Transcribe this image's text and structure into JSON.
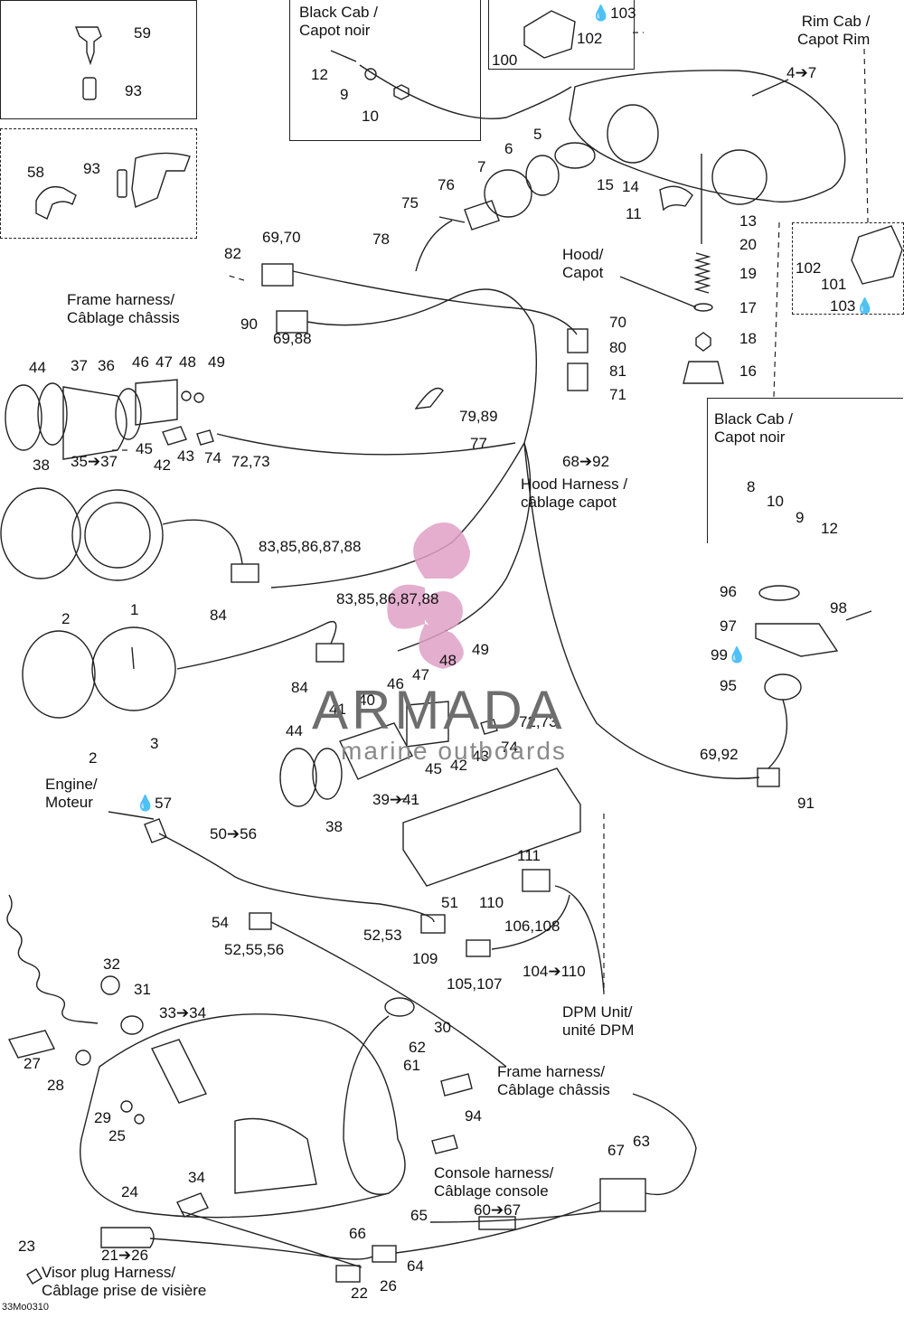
{
  "boxes": {
    "black_cab_top": [
      "Black Cab /",
      "Capot noir"
    ],
    "rim_cab": [
      "Rim Cab /",
      "Capot Rim"
    ],
    "black_cab_right": [
      "Black Cab /",
      "Capot noir"
    ]
  },
  "callouts": {
    "frame_harness_top": [
      "Frame harness/",
      "Câblage châssis"
    ],
    "hood": [
      "Hood/",
      "Capot"
    ],
    "hood_harness": [
      "Hood Harness /",
      "câblage capot"
    ],
    "engine": [
      "Engine/",
      "Moteur"
    ],
    "dpm_unit": [
      "DPM Unit/",
      "unité DPM"
    ],
    "frame_harness_bottom": [
      "Frame harness/",
      "Câblage châssis"
    ],
    "console_harness": [
      "Console harness/",
      "Câblage console"
    ],
    "visor_harness": [
      "Visor plug Harness/",
      "Câblage prise de visière"
    ]
  },
  "part_numbers": {
    "p59": "59",
    "p93a": "93",
    "p58": "58",
    "p93b": "93",
    "p12a": "12",
    "p9a": "9",
    "p10a": "10",
    "p103a": "103",
    "p102a": "102",
    "p100": "100",
    "p4to7": "4➔7",
    "p5": "5",
    "p6": "6",
    "p7": "7",
    "p15": "15",
    "p14": "14",
    "p76": "76",
    "p75": "75",
    "p11": "11",
    "p13": "13",
    "p20": "20",
    "p19": "19",
    "p78": "78",
    "p17": "17",
    "p18": "18",
    "p16": "16",
    "p102b": "102",
    "p101": "101",
    "p103b": "103",
    "p82": "82",
    "p6970a": "69,70",
    "p90": "90",
    "p6988": "69,88",
    "p70": "70",
    "p80": "80",
    "p81": "81",
    "p71": "71",
    "p7989": "79,89",
    "p44a": "44",
    "p37": "37",
    "p36": "36",
    "p46a": "46",
    "p47a": "47",
    "p48a": "48",
    "p49a": "49",
    "p38a": "38",
    "p35to37": "35➔37",
    "p45a": "45",
    "p42a": "42",
    "p43a": "43",
    "p74a": "74",
    "p7273a": "72,73",
    "p77": "77",
    "p68to92": "68➔92",
    "p8": "8",
    "p10b": "10",
    "p9b": "9",
    "p12b": "12",
    "p83a": "83,85,86,87,88",
    "p84a": "84",
    "p2a": "2",
    "p1": "1",
    "p96": "96",
    "p97": "97",
    "p98": "98",
    "p99": "99",
    "p95": "95",
    "p83b": "83,85,86,87,88",
    "p84b": "84",
    "p2b": "2",
    "p3": "3",
    "p48b": "48",
    "p49b": "49",
    "p46b": "46",
    "p47b": "47",
    "p40": "40",
    "p41": "41",
    "p7273b": "72,73",
    "p74b": "74",
    "p44b": "44",
    "p43b": "43",
    "p42b": "42",
    "p45b": "45",
    "p38b": "38",
    "p39to41": "39➔41",
    "p6992": "69,92",
    "p91": "91",
    "p57": "57",
    "p50to56": "50➔56",
    "p111": "111",
    "p110": "110",
    "p106108": "106,108",
    "p51": "51",
    "p5253": "52,53",
    "p54": "54",
    "p525556": "52,55,56",
    "p109": "109",
    "p105107": "105,107",
    "p104to110": "104➔110",
    "p32": "32",
    "p31": "31",
    "p33to34": "33➔34",
    "p30": "30",
    "p62": "62",
    "p61": "61",
    "p27": "27",
    "p28": "28",
    "p29": "29",
    "p25": "25",
    "p94": "94",
    "p67": "67",
    "p63": "63",
    "p34": "34",
    "p24": "24",
    "p65": "65",
    "p60to67": "60➔67",
    "p66": "66",
    "p64": "64",
    "p23": "23",
    "p21to26": "21➔26",
    "p22": "22",
    "p26": "26"
  },
  "watermark": {
    "name": "ARMADA",
    "sub": "marine outboards"
  },
  "drawing_code": "33Mo0310",
  "colors": {
    "line": "#222222",
    "watermark_pink": "#e0a0c6",
    "watermark_text": "#6e6e6e"
  }
}
